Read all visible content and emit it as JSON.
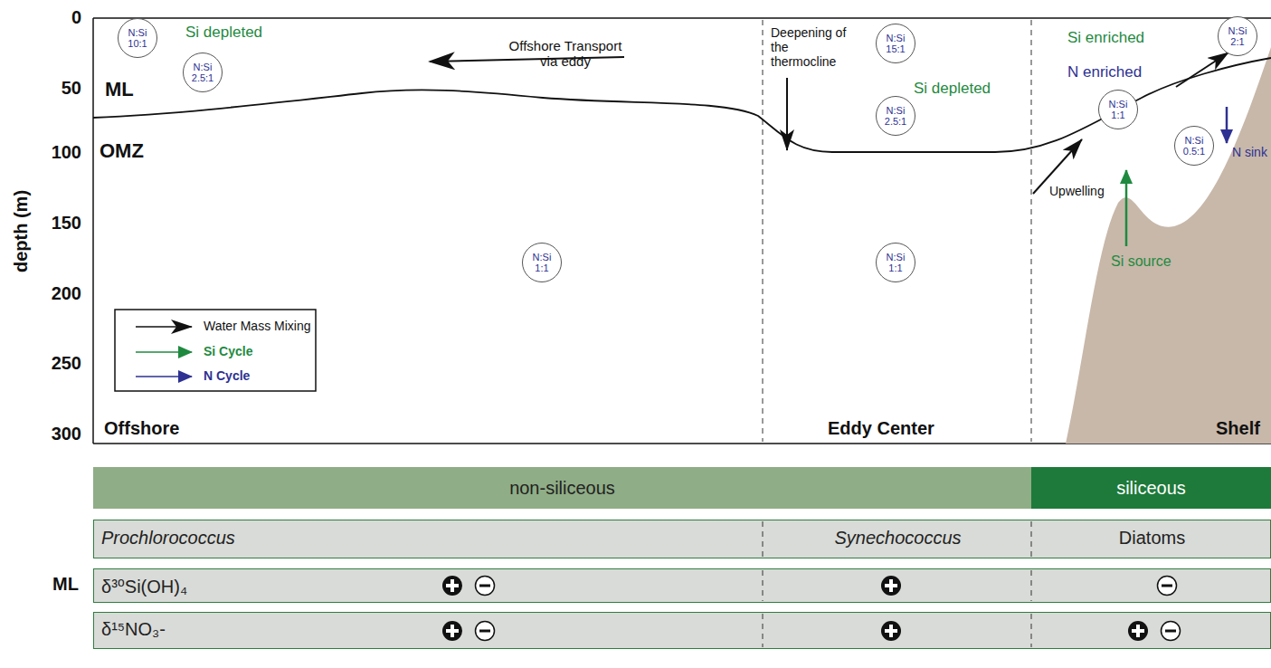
{
  "diagram": {
    "nodes": [
      {
        "text": [
          "N:Si 10:1"
        ]
      },
      {
        "text": [
          "N:Si 2.5:1"
        ]
      },
      {
        "text": [
          "N:Si 15:1"
        ]
      },
      {
        "text": [
          "N:Si 2:1"
        ]
      },
      {
        "text": [
          "N:Si 2.5:1"
        ]
      },
      {
        "text": [
          "N:Si 1:1"
        ]
      },
      {
        "text": [
          "N:Si 0.5:1"
        ]
      },
      {
        "text": [
          "N:Si 1:1"
        ]
      },
      {
        "text": [
          "N:Si 1:1"
        ]
      },
      {
        "text": [
          "non-siliceous"
        ]
      },
      {
        "text": [
          "siliceous"
        ]
      },
      {
        "text": [
          "Prochlorococcus",
          "Synechococcus",
          "Diatoms"
        ]
      },
      {
        "text": [
          "δ³⁰Si(OH)₄"
        ]
      },
      {
        "text": [
          "δ¹⁵NO₃-"
        ]
      }
    ],
    "labels": [
      "0",
      "50",
      "100",
      "150",
      "200",
      "250",
      "300",
      "depth (m)",
      "ML",
      "OMZ",
      "Offshore",
      "Eddy Center",
      "Shelf",
      "Si depleted",
      "Offshore Transport via eddy",
      "Deepening of the thermocline",
      "Si depleted",
      "Si enriched",
      "N enriched",
      "Upwelling",
      "Si source",
      "N sink",
      "ML"
    ],
    "legend": [
      {
        "text": "Water Mass Mixing"
      },
      {
        "text": "Si Cycle"
      },
      {
        "text": "N Cycle"
      }
    ]
  }
}
